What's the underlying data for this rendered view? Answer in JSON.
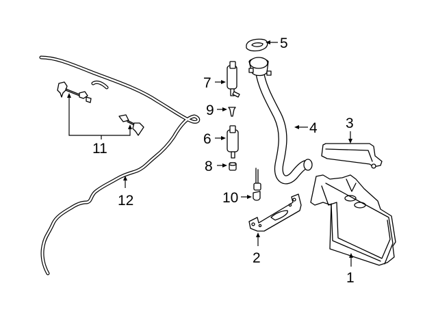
{
  "diagram": {
    "title": "Washer fluid reservoir components",
    "callouts": [
      {
        "id": "1",
        "label": "1",
        "part": "reservoir"
      },
      {
        "id": "2",
        "label": "2",
        "part": "bracket"
      },
      {
        "id": "3",
        "label": "3",
        "part": "reservoir-cover"
      },
      {
        "id": "4",
        "label": "4",
        "part": "filler-neck-hose"
      },
      {
        "id": "5",
        "label": "5",
        "part": "filler-cap"
      },
      {
        "id": "6",
        "label": "6",
        "part": "washer-pump"
      },
      {
        "id": "7",
        "label": "7",
        "part": "washer-pump-upper"
      },
      {
        "id": "8",
        "label": "8",
        "part": "grommet"
      },
      {
        "id": "9",
        "label": "9",
        "part": "level-sensor-grommet"
      },
      {
        "id": "10",
        "label": "10",
        "part": "level-sensor"
      },
      {
        "id": "11",
        "label": "11",
        "part": "washer-nozzles"
      },
      {
        "id": "12",
        "label": "12",
        "part": "washer-hose"
      }
    ]
  }
}
